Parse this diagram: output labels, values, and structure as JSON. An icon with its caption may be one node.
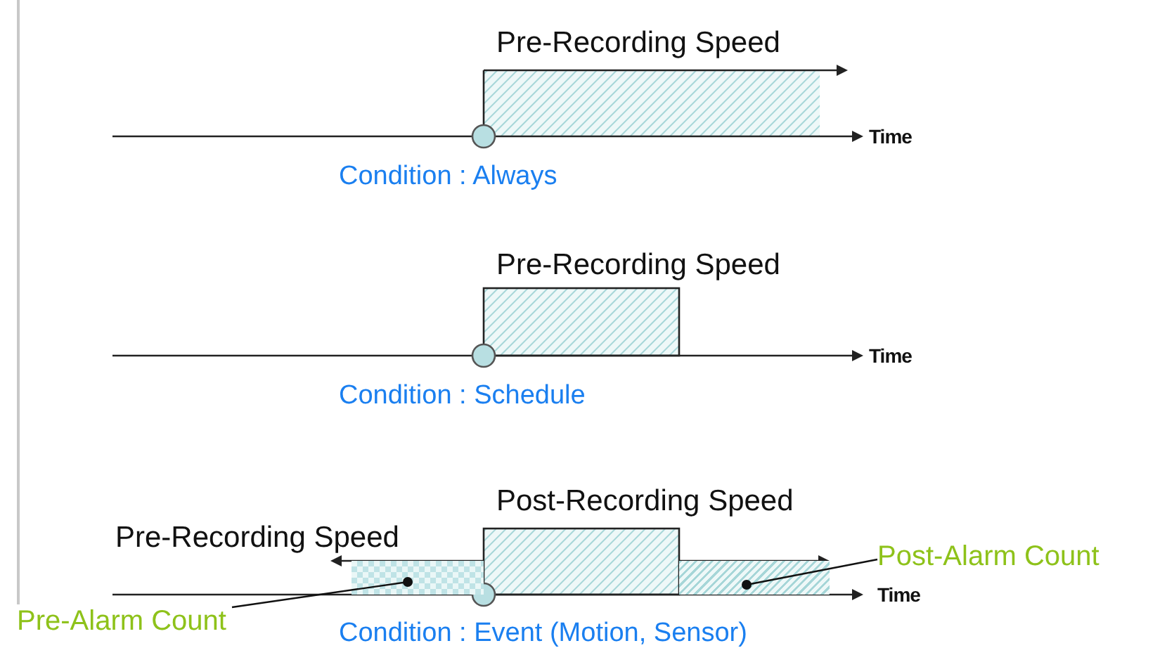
{
  "diagram": {
    "nodes": [
      {
        "text": [
          "Pre-Alarm Count"
        ]
      },
      {
        "text": [],
        "shape": "box"
      },
      {
        "text": [],
        "shape": "box"
      },
      {
        "text": [
          "Post-Alarm Count"
        ]
      }
    ],
    "edges": [
      {
        "from": 0,
        "to": 1,
        "arrow": "other"
      },
      {
        "from": 3,
        "to": 2,
        "arrow": "other"
      }
    ],
    "labels": [
      "Pre-Recording Speed",
      "Time",
      "Condition : Always",
      "Pre-Recording Speed",
      "Time",
      "Condition : Schedule",
      "Post-Recording Speed",
      "Pre-Recording Speed",
      "Time",
      "Condition : Event (Motion, Sensor)"
    ]
  }
}
